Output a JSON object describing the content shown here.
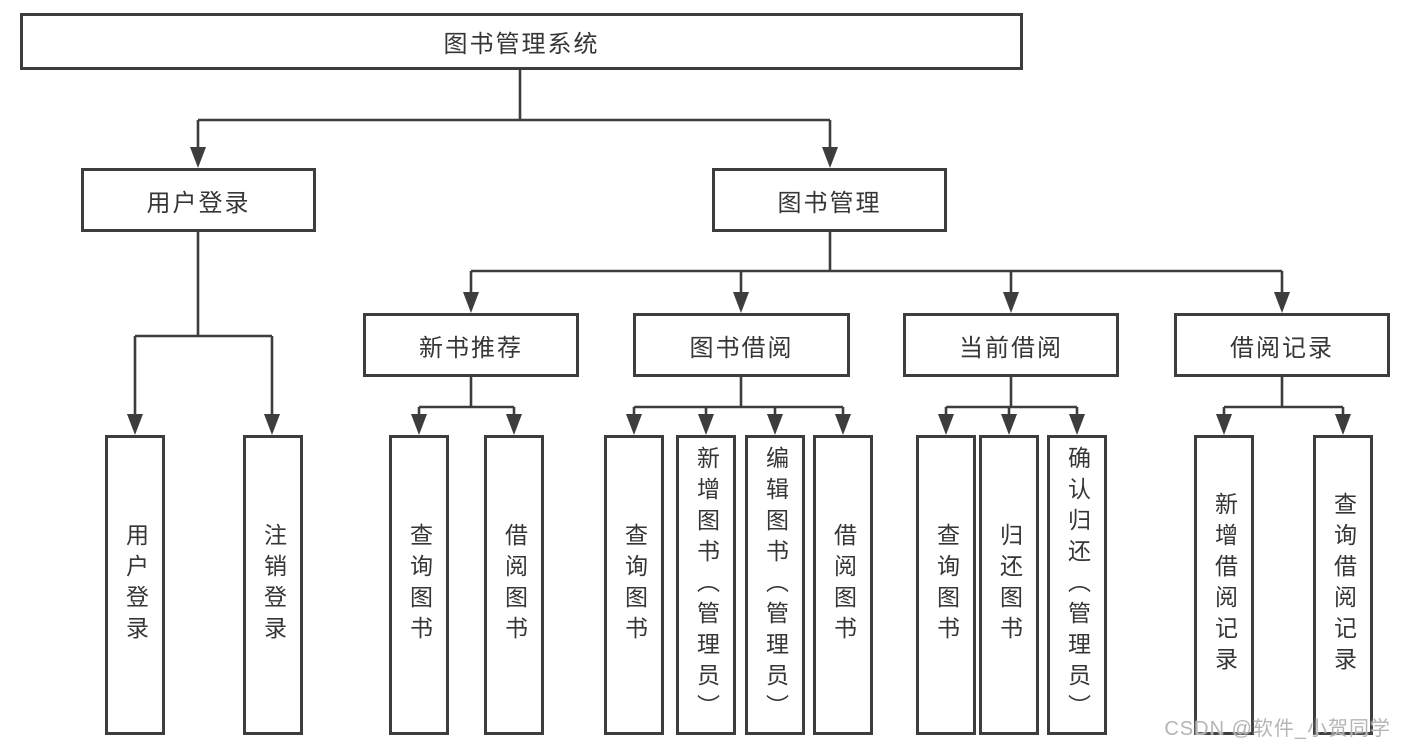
{
  "tree": {
    "label": "图书管理系统",
    "children": [
      {
        "label": "用户登录",
        "children": [
          {
            "label": "用户登录"
          },
          {
            "label": "注销登录"
          }
        ]
      },
      {
        "label": "图书管理",
        "children": [
          {
            "label": "新书推荐",
            "children": [
              {
                "label": "查询图书"
              },
              {
                "label": "借阅图书"
              }
            ]
          },
          {
            "label": "图书借阅",
            "children": [
              {
                "label": "查询图书"
              },
              {
                "label": "新增图书（管理员）"
              },
              {
                "label": "编辑图书（管理员）"
              },
              {
                "label": "借阅图书"
              }
            ]
          },
          {
            "label": "当前借阅",
            "children": [
              {
                "label": "查询图书"
              },
              {
                "label": "归还图书"
              },
              {
                "label": "确认归还（管理员）"
              }
            ]
          },
          {
            "label": "借阅记录",
            "children": [
              {
                "label": "新增借阅记录"
              },
              {
                "label": "查询借阅记录"
              }
            ]
          }
        ]
      }
    ]
  },
  "watermark": "CSDN @软件_小贺同学",
  "colors": {
    "line": "#3d3d3d",
    "text": "#363636",
    "background": "#ffffff",
    "watermark": "#b5b5b5"
  }
}
